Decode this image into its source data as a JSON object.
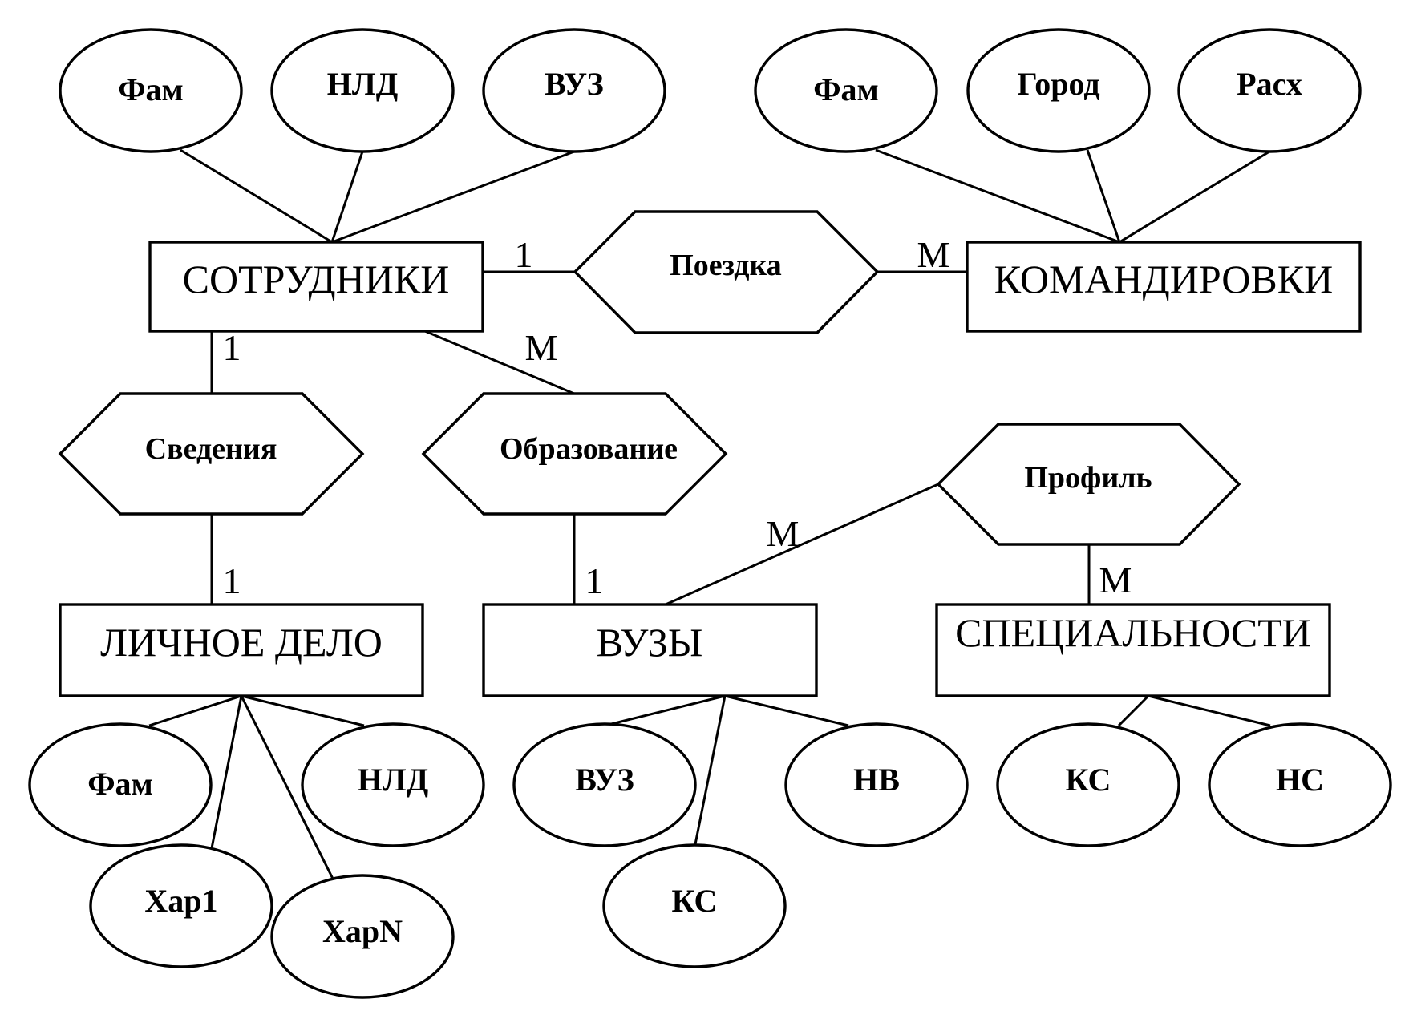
{
  "diagram": {
    "type": "er-diagram",
    "entities": [
      {
        "id": "employees",
        "label": "СОТРУДНИКИ"
      },
      {
        "id": "trips",
        "label": "КОМАНДИРОВКИ"
      },
      {
        "id": "personal_file",
        "label": "ЛИЧНОЕ ДЕЛО"
      },
      {
        "id": "universities",
        "label": "ВУЗЫ"
      },
      {
        "id": "specialties",
        "label": "СПЕЦИАЛЬНОСТИ"
      }
    ],
    "relationships": [
      {
        "id": "trip",
        "label": "Поездка",
        "from": "employees",
        "to": "trips",
        "from_card": "1",
        "to_card": "M"
      },
      {
        "id": "info",
        "label": "Сведения",
        "from": "employees",
        "to": "personal_file",
        "from_card": "1",
        "to_card": "1"
      },
      {
        "id": "education",
        "label": "Образование",
        "from": "employees",
        "to": "universities",
        "from_card": "M",
        "to_card": "1"
      },
      {
        "id": "profile",
        "label": "Профиль",
        "from": "universities",
        "to": "specialties",
        "from_card": "M",
        "to_card": "M"
      }
    ],
    "attributes": [
      {
        "entity": "employees",
        "label": "Фам"
      },
      {
        "entity": "employees",
        "label": "НЛД"
      },
      {
        "entity": "employees",
        "label": "ВУЗ"
      },
      {
        "entity": "trips",
        "label": "Фам"
      },
      {
        "entity": "trips",
        "label": "Город"
      },
      {
        "entity": "trips",
        "label": "Расх"
      },
      {
        "entity": "personal_file",
        "label": "Фам"
      },
      {
        "entity": "personal_file",
        "label": "НЛД"
      },
      {
        "entity": "personal_file",
        "label": "Хар1"
      },
      {
        "entity": "personal_file",
        "label": "ХарN"
      },
      {
        "entity": "universities",
        "label": "ВУЗ"
      },
      {
        "entity": "universities",
        "label": "НВ"
      },
      {
        "entity": "universities",
        "label": "КС"
      },
      {
        "entity": "specialties",
        "label": "КС"
      },
      {
        "entity": "specialties",
        "label": "НС"
      }
    ]
  }
}
